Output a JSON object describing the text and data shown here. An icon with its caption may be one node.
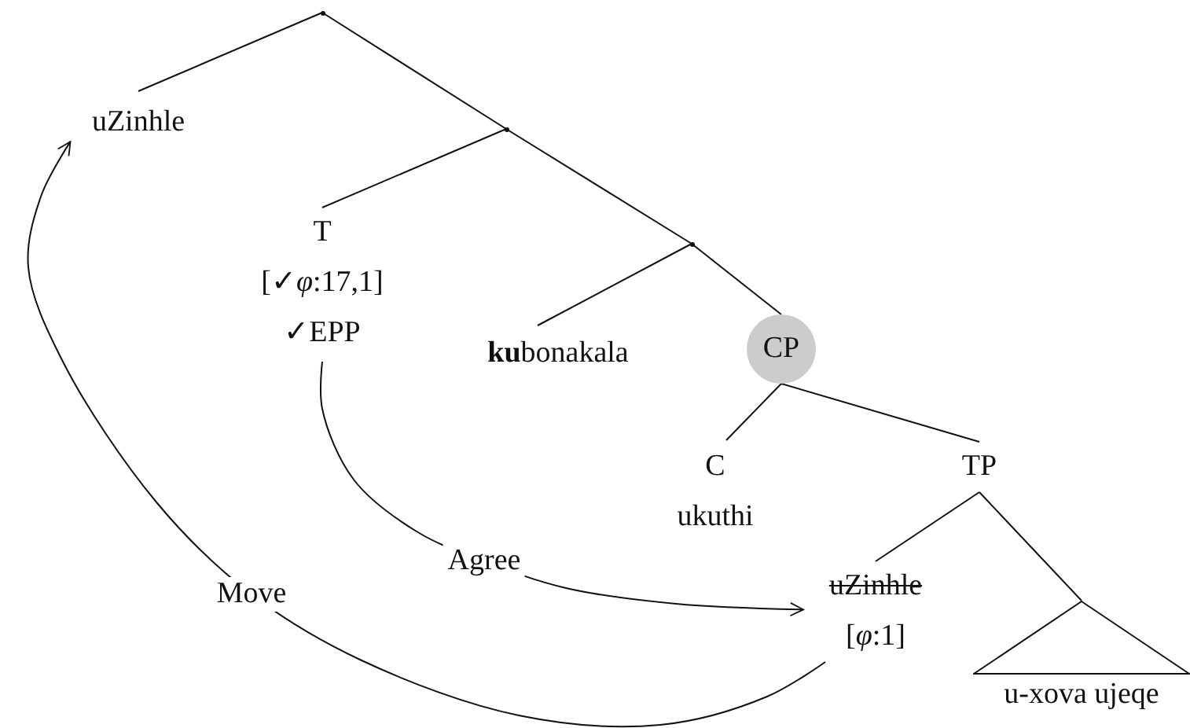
{
  "diagram": {
    "nodes": [
      {
        "text": [],
        "shape": "point"
      },
      {
        "text": [
          "uZinhle"
        ]
      },
      {
        "text": [],
        "shape": "point"
      },
      {
        "text": [
          "T",
          "[✓*φ*:17,1]",
          "✓EPP"
        ]
      },
      {
        "text": [],
        "shape": "point"
      },
      {
        "text": [
          "**ku**bonakala"
        ]
      },
      {
        "text": [
          "CP"
        ]
      },
      {
        "text": [
          "C",
          "ukuthi"
        ]
      },
      {
        "text": [
          "TP"
        ]
      },
      {
        "text": [
          "uZinhle",
          "[*φ*:1]"
        ]
      },
      {
        "text": [
          "u-xova ujeqe"
        ]
      }
    ],
    "edges": [
      {
        "from": 0,
        "to": 1,
        "arrow": "none"
      },
      {
        "from": 0,
        "to": 2,
        "arrow": "none"
      },
      {
        "from": 2,
        "to": 3,
        "arrow": "none"
      },
      {
        "from": 2,
        "to": 4,
        "arrow": "none"
      },
      {
        "from": 4,
        "to": 5,
        "arrow": "none"
      },
      {
        "from": 4,
        "to": 6,
        "arrow": "none"
      },
      {
        "from": 6,
        "to": 7,
        "arrow": "none"
      },
      {
        "from": 6,
        "to": 8,
        "arrow": "none"
      },
      {
        "from": 8,
        "to": 9,
        "arrow": "none"
      },
      {
        "from": 8,
        "to": 10,
        "arrow": "none"
      },
      {
        "from": 9,
        "to": 1,
        "label": "Move",
        "arrow": "to"
      },
      {
        "from": 3,
        "to": 9,
        "label": "Agree",
        "arrow": "to"
      }
    ]
  }
}
